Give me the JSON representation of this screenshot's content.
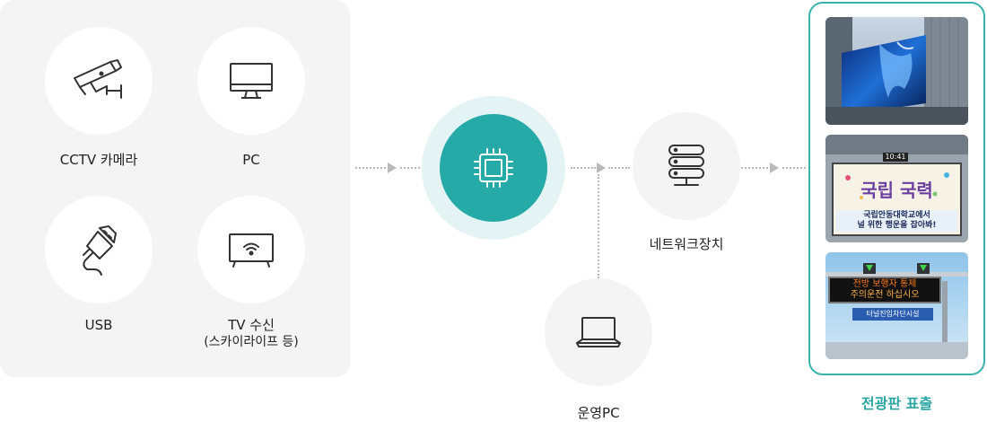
{
  "sources": {
    "cctv": {
      "label": "CCTV 카메라",
      "icon": "cctv-camera-icon"
    },
    "pc": {
      "label": "PC",
      "icon": "monitor-icon"
    },
    "usb": {
      "label": "USB",
      "icon": "usb-icon"
    },
    "tv": {
      "label_line1": "TV 수신",
      "label_line2": "(스카이라이프 등)",
      "icon": "tv-wifi-icon"
    }
  },
  "processor": {
    "icon": "chip-icon",
    "color": "#26aaa8"
  },
  "network": {
    "label": "네트워크장치",
    "icon": "server-icon"
  },
  "operator_pc": {
    "label": "운영PC",
    "icon": "laptop-icon"
  },
  "output": {
    "label": "전광판 표출",
    "accent": "#2aa6a2",
    "photos": [
      {
        "name": "building-media-facade-photo"
      },
      {
        "name": "led-billboard-photo",
        "clock": "10:41",
        "headline": "국립 국력",
        "line1": "국립안동대학교에서",
        "line2": "널 위한 행운을 잡아봐!"
      },
      {
        "name": "tunnel-vms-sign-photo",
        "line1": "전방 보행자 통제",
        "line2": "주의운전 하십시오",
        "banner": "터널진입차단시설"
      }
    ]
  }
}
